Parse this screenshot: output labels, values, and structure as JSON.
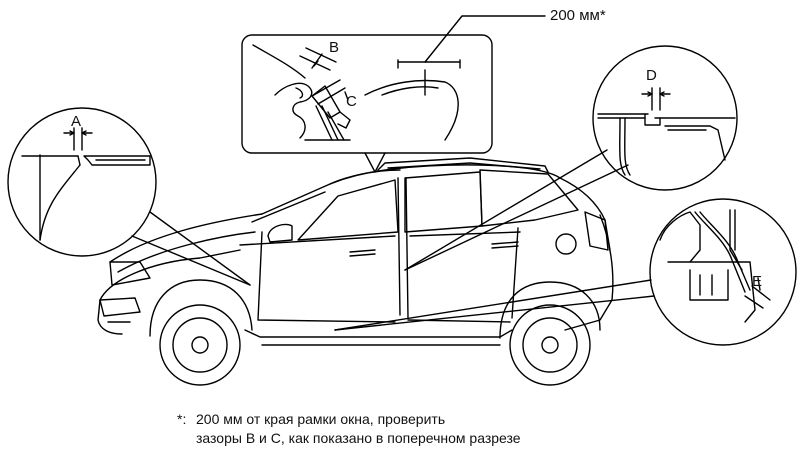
{
  "labels": {
    "a": "A",
    "b": "B",
    "c": "C",
    "d": "D",
    "e": "E",
    "dimension": "200 мм*"
  },
  "note": {
    "marker": "*:",
    "line1": "200 мм от края рамки окна, проверить",
    "line2": "зазоры В и С, как показано в поперечном разрезе"
  }
}
